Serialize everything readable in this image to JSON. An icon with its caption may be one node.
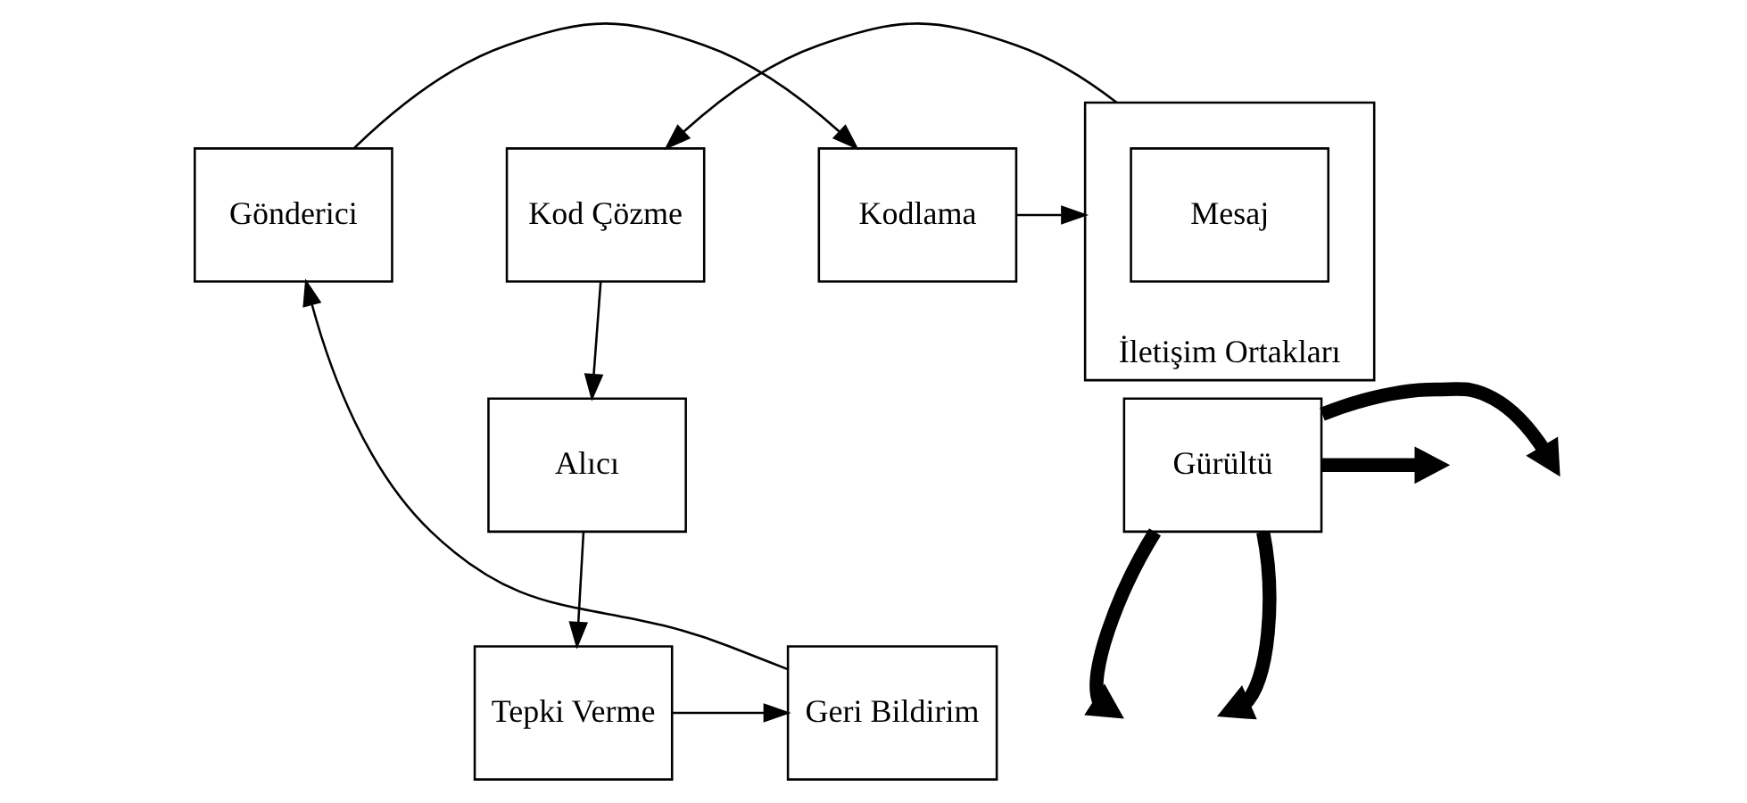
{
  "diagram": {
    "nodes": [
      {
        "text": [
          "Gönderici"
        ]
      },
      {
        "text": [
          "Kodlama"
        ]
      },
      {
        "text": [
          "İletişim Ortakları"
        ]
      },
      {
        "text": [
          "Mesaj"
        ],
        "in": 2
      },
      {
        "text": [
          "Kod Çözme"
        ]
      },
      {
        "text": [
          "Alıcı"
        ]
      },
      {
        "text": [
          "Gürültü"
        ]
      },
      {
        "text": [
          "Tepki Verme"
        ]
      },
      {
        "text": [
          "Geri Bildirim"
        ]
      }
    ],
    "edges": [
      {
        "from": 0,
        "to": 1,
        "arrow": "to"
      },
      {
        "from": 1,
        "to": 2,
        "arrow": "to"
      },
      {
        "from": 2,
        "to": 4,
        "arrow": "to"
      },
      {
        "from": 4,
        "to": 5,
        "arrow": "to"
      },
      {
        "from": 5,
        "to": 7,
        "arrow": "to"
      },
      {
        "from": 7,
        "to": 8,
        "arrow": "to"
      },
      {
        "from": 8,
        "to": 0,
        "arrow": "to"
      },
      {
        "from": 6,
        "to": null,
        "arrow": "to",
        "style": "thick"
      },
      {
        "from": 6,
        "to": null,
        "arrow": "to",
        "style": "thick"
      },
      {
        "from": 6,
        "to": null,
        "arrow": "to",
        "style": "thick"
      },
      {
        "from": 6,
        "to": null,
        "arrow": "to",
        "style": "thick"
      }
    ]
  }
}
